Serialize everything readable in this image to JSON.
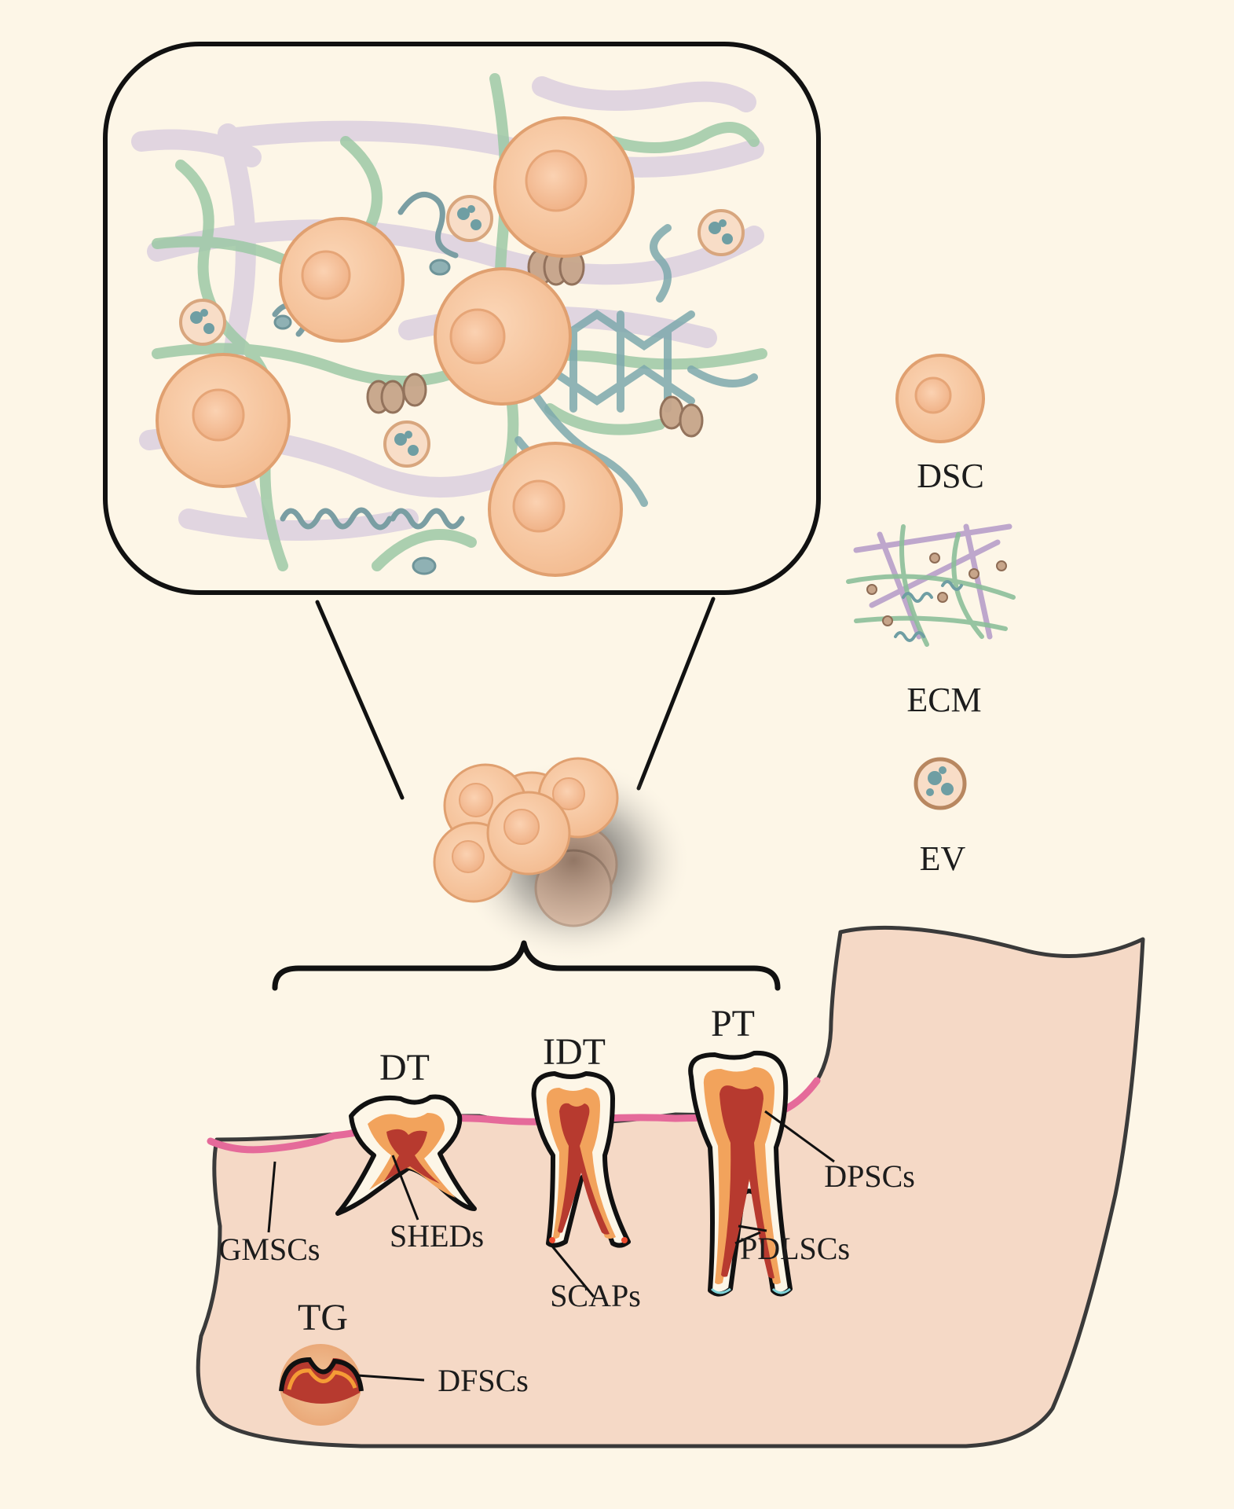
{
  "legend": {
    "dsc": "DSC",
    "ecm": "ECM",
    "ev": "EV"
  },
  "teeth": {
    "dt": "DT",
    "idt": "IDT",
    "pt": "PT",
    "tg": "TG"
  },
  "cells": {
    "gmscs": "GMSCs",
    "sheds": "SHEDs",
    "scaps": "SCAPs",
    "dpscs": "DPSCs",
    "pdlscs": "PDLSCs",
    "dfscs": "DFSCs"
  },
  "colors": {
    "background": "#fdf6e7",
    "cell": "#f6c59e",
    "cell_outline": "#e0a070",
    "jaw": "#f6dccb",
    "gum": "#e56a9a",
    "pulp": "#b73a2f",
    "dentin": "#f2a35c",
    "fiber_green": "#8cbf9a",
    "fiber_purple": "#c9b8d6",
    "fiber_teal": "#6f9ea3"
  }
}
